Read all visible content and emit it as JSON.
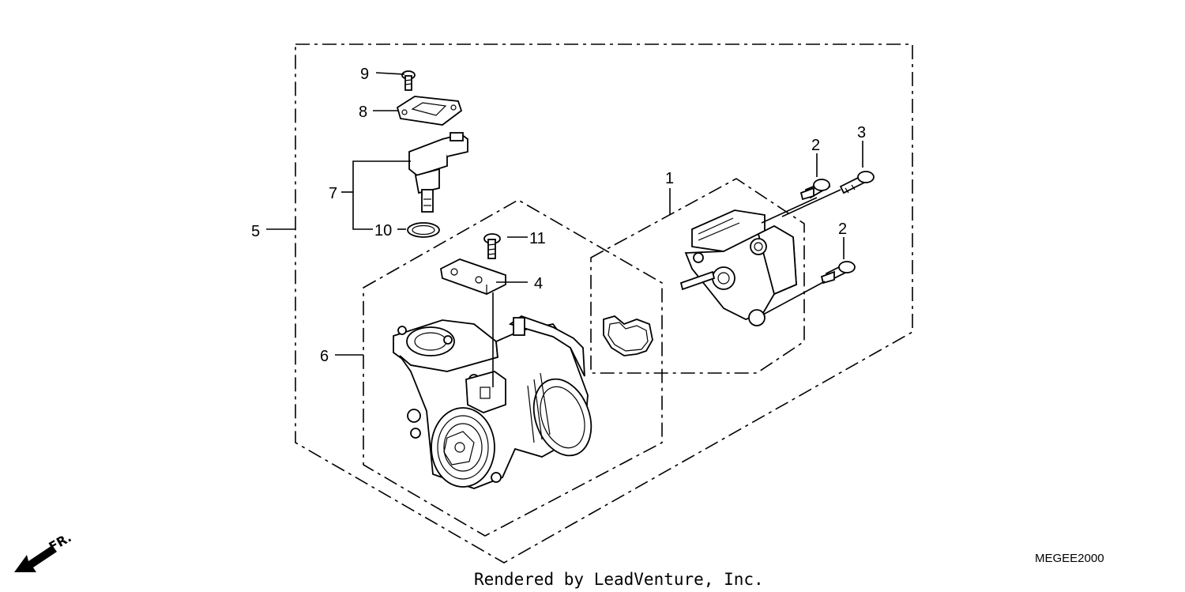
{
  "callouts": {
    "c1": "1",
    "c2a": "2",
    "c2b": "2",
    "c3": "3",
    "c4": "4",
    "c5": "5",
    "c6": "6",
    "c7": "7",
    "c8": "8",
    "c9": "9",
    "c10": "10",
    "c11": "11"
  },
  "direction_label": "FR.",
  "diagram_code": "MEGEE2000",
  "credit": "Rendered by LeadVenture, Inc."
}
